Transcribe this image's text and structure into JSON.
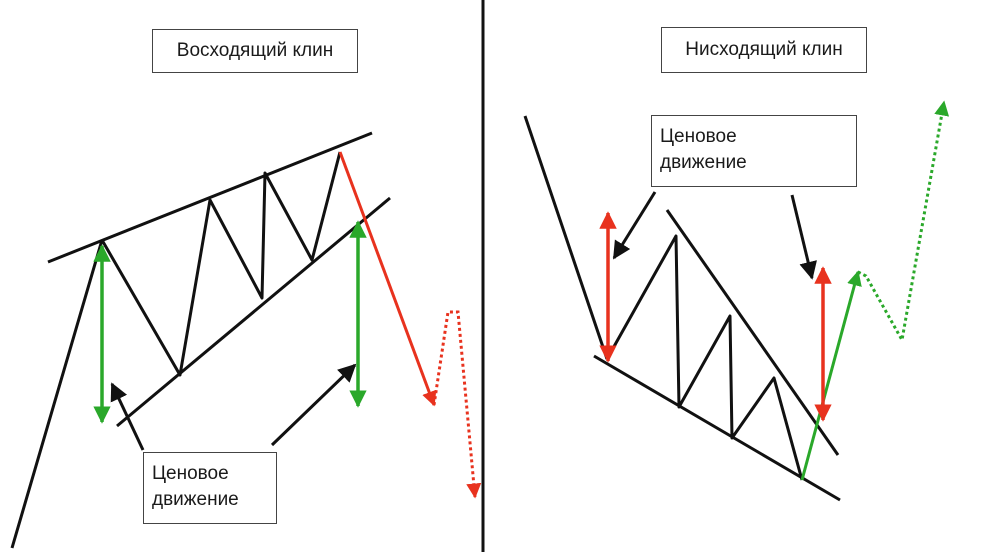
{
  "panels": {
    "left": {
      "title": "Восходящий клин",
      "label_line1": "Ценовое",
      "label_line2": "движение"
    },
    "right": {
      "title": "Нисходящий клин",
      "label_line1": "Ценовое",
      "label_line2": "движение"
    }
  },
  "colors": {
    "line": "#111111",
    "green": "#2aa82a",
    "red": "#e8321e"
  }
}
